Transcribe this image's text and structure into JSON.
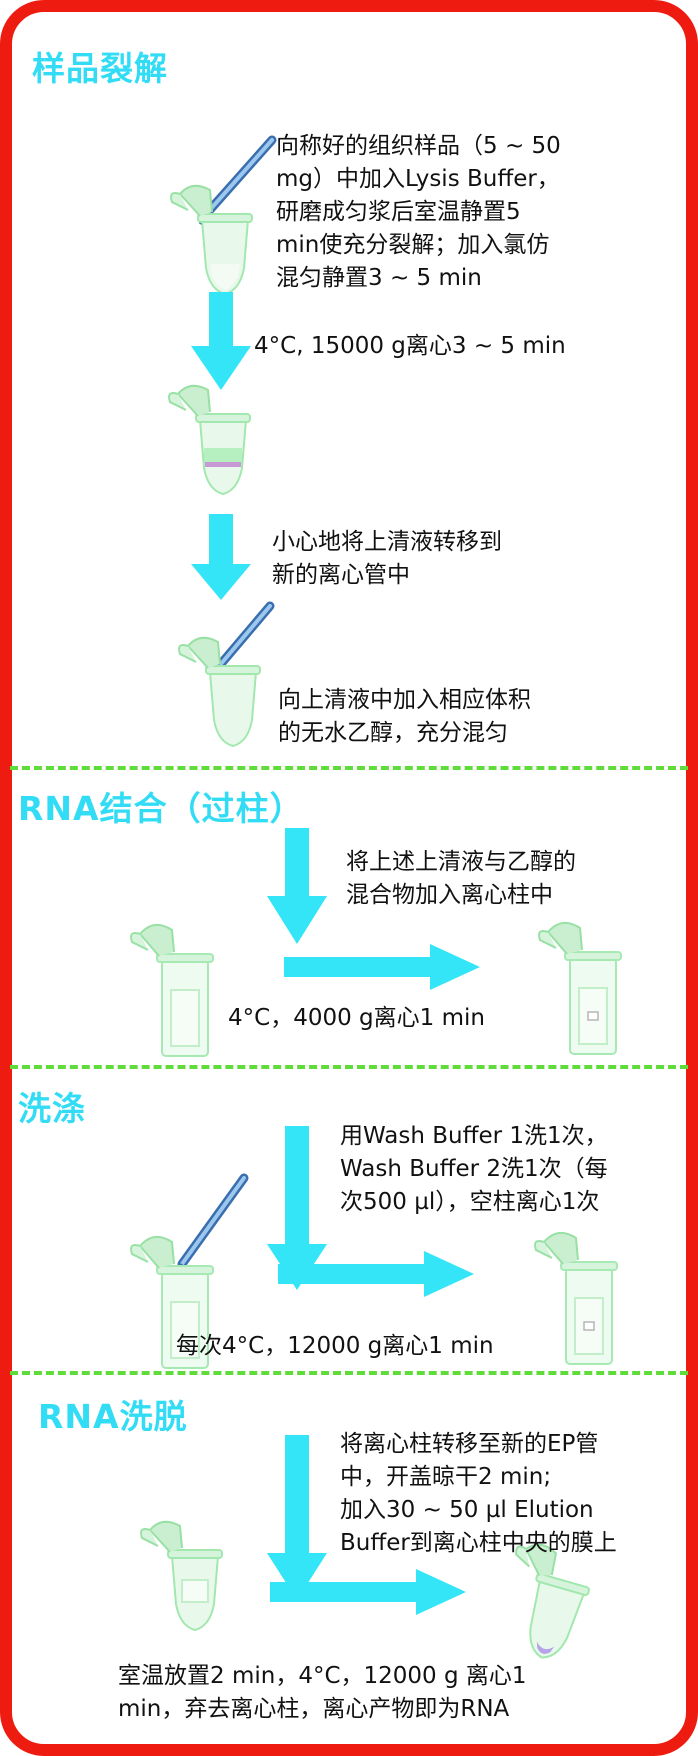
{
  "colors": {
    "border": "#ee1c10",
    "title": "#33dcf5",
    "arrow": "#33e5f7",
    "divider": "#5fdb3a",
    "tube_outline": "#9be6a8",
    "tube_fill": "#e4f8e8",
    "pipette": "#3a6fae"
  },
  "sections": [
    {
      "title": "样品裂解",
      "steps": [
        {
          "lines": [
            "向称好的组织样品（5 ~ 50",
            "mg）中加入Lysis Buffer，",
            "研磨成匀浆后室温静置5",
            "min使充分裂解；加入氯仿",
            "混匀静置3 ~ 5 min"
          ]
        },
        {
          "lines": [
            "4°C, 15000 g离心3 ~ 5 min"
          ]
        },
        {
          "lines": [
            "小心地将上清液转移到",
            "新的离心管中"
          ]
        },
        {
          "lines": [
            "向上清液中加入相应体积",
            "的无水乙醇，充分混匀"
          ]
        }
      ]
    },
    {
      "title": "RNA结合（过柱）",
      "steps": [
        {
          "lines": [
            "将上述上清液与乙醇的",
            "混合物加入离心柱中"
          ]
        },
        {
          "lines": [
            "4°C，4000 g离心1 min"
          ]
        }
      ]
    },
    {
      "title": "洗涤",
      "steps": [
        {
          "lines": [
            "用Wash Buffer 1洗1次，",
            "Wash Buffer 2洗1次（每",
            "次500 µl），空柱离心1次"
          ]
        },
        {
          "lines": [
            "每次4°C，12000 g离心1 min"
          ]
        }
      ]
    },
    {
      "title": "RNA洗脱",
      "steps": [
        {
          "lines": [
            "将离心柱转移至新的EP管",
            "中，开盖晾干2 min;",
            "加入30 ~ 50 µl Elution",
            "Buffer到离心柱中央的膜上"
          ]
        },
        {
          "lines": [
            "室温放置2 min，4°C，12000 g 离心1",
            "min，弃去离心柱，离心产物即为RNA"
          ]
        }
      ]
    }
  ],
  "icons": [
    "pipette-icon",
    "microtube-icon",
    "spin-column-icon",
    "down-arrow-icon",
    "right-arrow-icon"
  ]
}
